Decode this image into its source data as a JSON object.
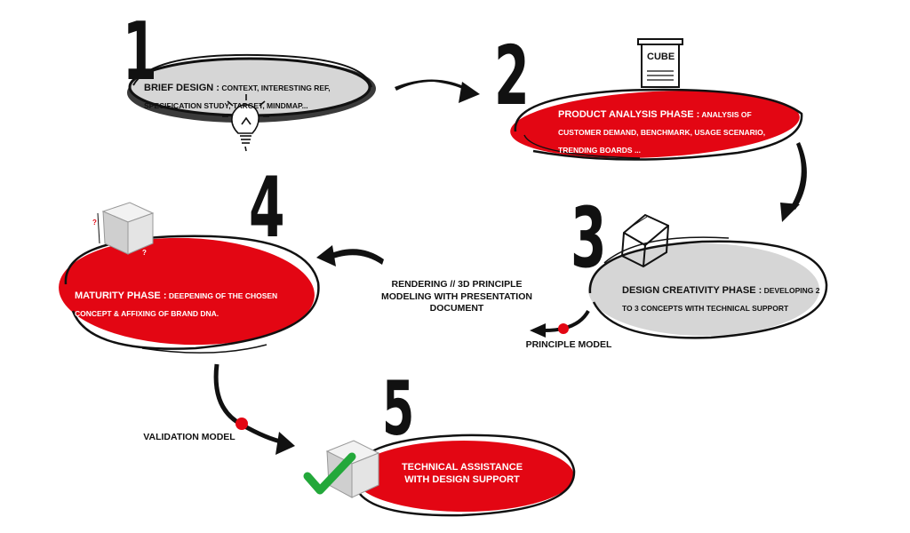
{
  "steps": [
    {
      "number": "1",
      "heading": "BRIEF DESIGN :",
      "detail": " CONTEXT, INTERESTING REF, SPECIFICATION STUDY, TARGET, MINDMAP...",
      "icon": "lightbulb-icon"
    },
    {
      "number": "2",
      "heading": "PRODUCT ANALYSIS PHASE :",
      "detail": " ANALYSIS OF CUSTOMER DEMAND, BENCHMARK, USAGE SCENARIO, TRENDING BOARDS ...",
      "icon": "document-icon",
      "icon_text": "CUBE"
    },
    {
      "number": "3",
      "heading": "DESIGN CREATIVITY PHASE :",
      "detail": " DEVELOPING 2 TO 3 CONCEPTS WITH TECHNICAL SUPPORT",
      "icon": "wireframe-cube-icon"
    },
    {
      "number": "4",
      "heading": "MATURITY PHASE :",
      "detail": " DEEPENING OF THE CHOSEN CONCEPT & AFFIXING OF BRAND DNA.",
      "icon": "cube-icon",
      "icon_marks": [
        "?",
        "?"
      ]
    },
    {
      "number": "5",
      "heading": "TECHNICAL ASSISTANCE WITH DESIGN SUPPORT",
      "detail": "",
      "icon": "checked-cube-icon"
    }
  ],
  "labels": {
    "rendering": "RENDERING // 3D PRINCIPLE MODELING WITH PRESENTATION DOCUMENT",
    "principle_model": "PRINCIPLE MODEL",
    "validation_model": "VALIDATION MODEL"
  },
  "colors": {
    "red": "#e30613",
    "grey": "#d6d6d6",
    "black": "#111111",
    "check": "#23a83a"
  }
}
